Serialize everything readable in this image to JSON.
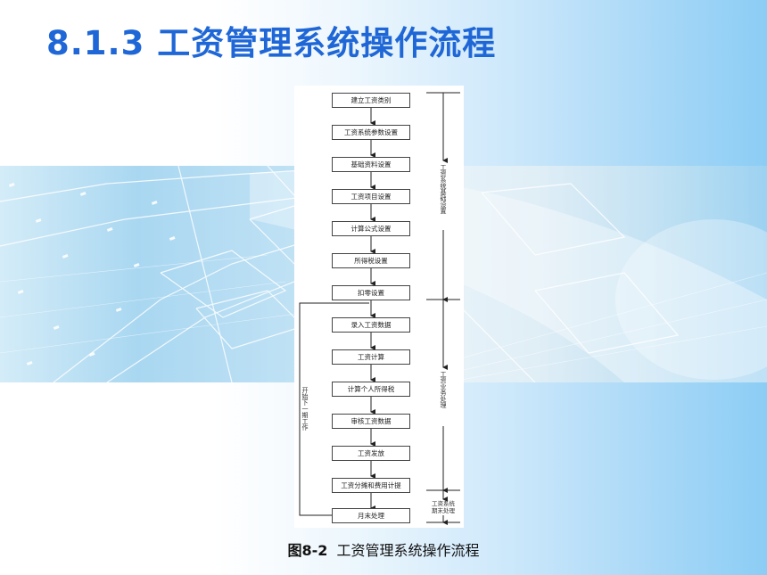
{
  "slide": {
    "title": "8.1.3  工资管理系统操作流程",
    "caption_prefix": "图8-2",
    "caption_text": "工资管理系统操作流程"
  },
  "flowchart": {
    "steps": [
      {
        "label": "建立工资类别"
      },
      {
        "label": "工资系统参数设置"
      },
      {
        "label": "基础资料设置"
      },
      {
        "label": "工资项目设置"
      },
      {
        "label": "计算公式设置"
      },
      {
        "label": "所得税设置"
      },
      {
        "label": "扣零设置"
      },
      {
        "label": "录入工资数据"
      },
      {
        "label": "工资计算"
      },
      {
        "label": "计算个人所得税"
      },
      {
        "label": "审核工资数据"
      },
      {
        "label": "工资发放"
      },
      {
        "label": "工资分摊和费用计提"
      },
      {
        "label": "月末处理"
      }
    ],
    "phases": [
      {
        "label": "工资系统基础设置"
      },
      {
        "label": "工资业务处理"
      },
      {
        "label_line1": "工资系统",
        "label_line2": "期末处理"
      }
    ],
    "loop_label": "开始下一期工作"
  }
}
